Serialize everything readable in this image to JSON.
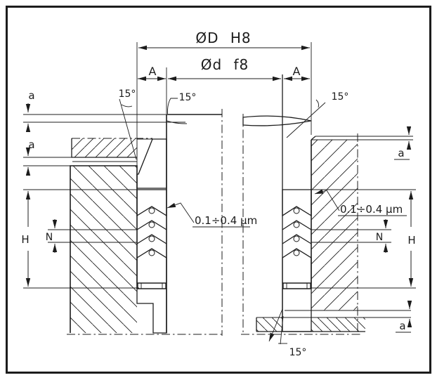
{
  "drawing": {
    "type": "engineering-section-drawing",
    "subject": "chevron packing gland seal assembly, two mirrored half-sections",
    "labels": {
      "bore_dim": "ØD H8",
      "rod_dim": "Ød f8",
      "radial_gap": "A",
      "axial_gap": "a",
      "chamfer": "15°",
      "pack_height": "H",
      "ring_pitch": "N",
      "roughness": "0.1÷0.4 μm"
    },
    "colors": {
      "ink": "#1c1c1c",
      "paper": "#ffffff"
    }
  }
}
